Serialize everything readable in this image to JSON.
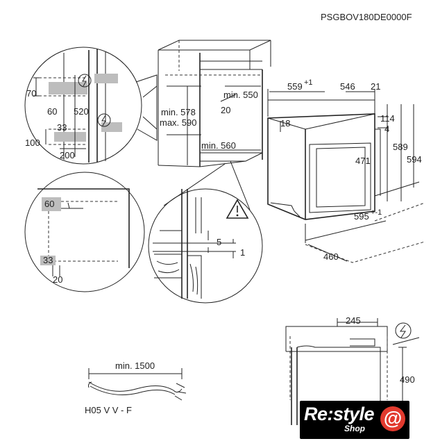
{
  "model_code": "PSGBOV180DE0000F",
  "logo": {
    "main": "Re:style",
    "sub": "Shop",
    "symbol": "@"
  },
  "icons": [
    "lightning-warning-icon",
    "warning-triangle-icon",
    "cable-icon"
  ],
  "detail_top_left": {
    "d70": "70",
    "d60": "60",
    "d520": "520",
    "d33": "33",
    "d100": "100",
    "d200": "200"
  },
  "cabinet": {
    "min550": "min. 550",
    "min578": "min. 578",
    "max590": "max. 590",
    "d20": "20",
    "min560": "min. 560"
  },
  "oven_front": {
    "d559": "559",
    "d559_tol": "+1",
    "d546": "546",
    "d21": "21",
    "d18": "18",
    "d114": "114",
    "d4": "4",
    "d589": "589",
    "d594": "594",
    "d471": "471",
    "d595": "595",
    "d595_tol": "+-1",
    "d460": "460"
  },
  "detail_mid_left": {
    "d60": "60",
    "d33": "33",
    "d20": "20"
  },
  "detail_mid_right": {
    "d5": "5",
    "d1": "1"
  },
  "cable": {
    "min1500": "min. 1500",
    "type": "H05 V V - F"
  },
  "side_view": {
    "d245": "245",
    "d490": "490"
  }
}
